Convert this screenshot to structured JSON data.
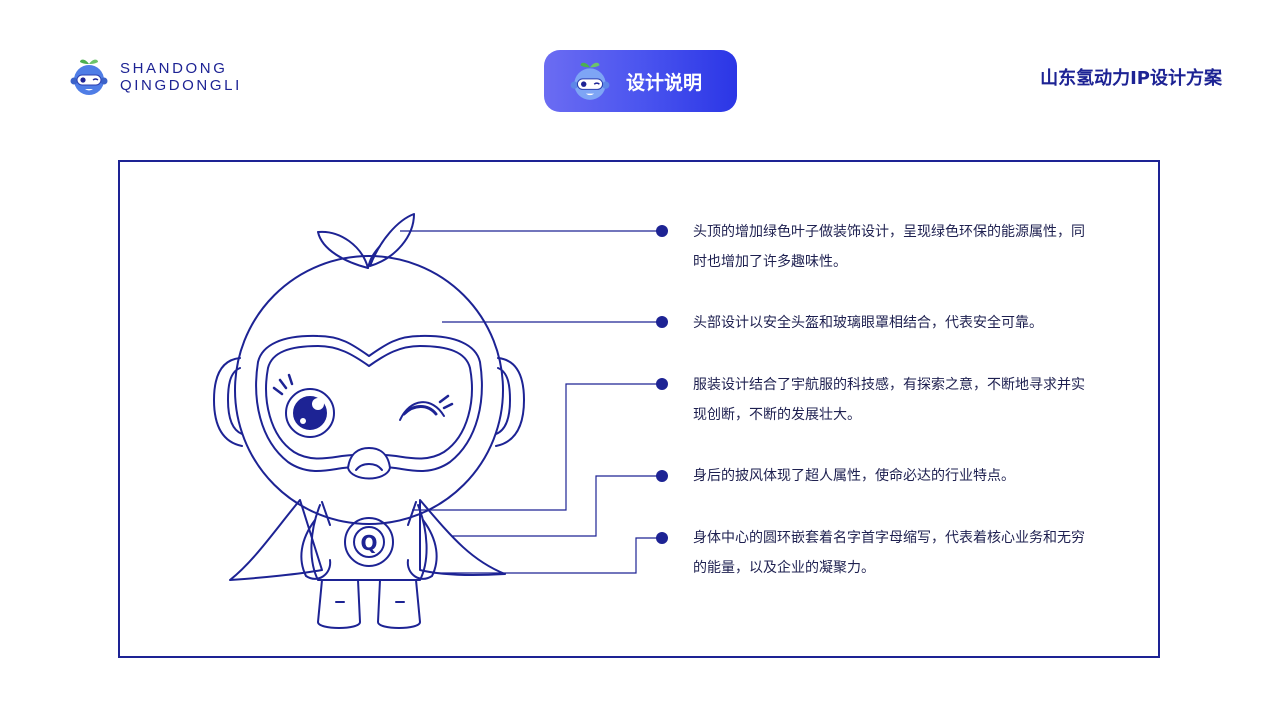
{
  "header": {
    "brand_line1": "SHANDONG",
    "brand_line2": "QINGDONGLI",
    "section_label": "设计说明",
    "title": "山东氢动力IP设计方案"
  },
  "annotations": [
    {
      "text": "头顶的增加绿色叶子做装饰设计，呈现绿色环保的能源属性，同时也增加了许多趣味性。"
    },
    {
      "text": "头部设计以安全头盔和玻璃眼罩相结合，代表安全可靠。"
    },
    {
      "text": "服装设计结合了宇航服的科技感，有探索之意，不断地寻求并实现创断，不断的发展壮大。"
    },
    {
      "text": "身后的披风体现了超人属性，使命必达的行业特点。"
    },
    {
      "text": "身体中心的圆环嵌套着名字首字母缩写，代表着核心业务和无穷的能量，以及企业的凝聚力。"
    }
  ],
  "mascot": {
    "chest_letter": "Q"
  },
  "colors": {
    "line": "#1d2394",
    "dot": "#1d2394",
    "pill_gradient_start": "#6b6cf2",
    "pill_gradient_end": "#2b36e6",
    "leaf_green": "#4caf50",
    "face_blue": "#4f7de6"
  },
  "icons": [
    "mascot-head-icon"
  ]
}
